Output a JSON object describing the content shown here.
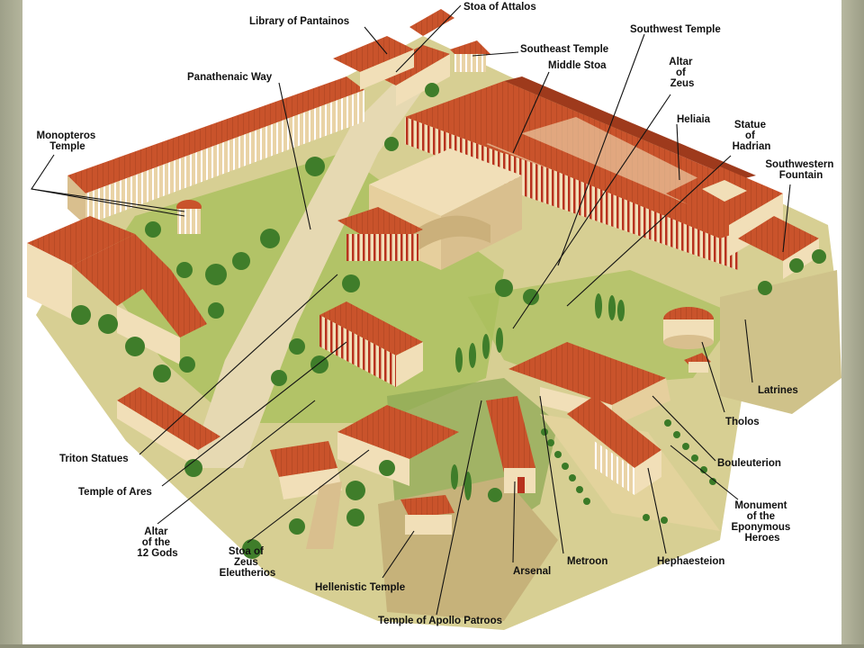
{
  "labels": {
    "stoa_of_attalos": "Stoa of Attalos",
    "library_of_pantainos": "Library of Pantainos",
    "southwest_temple": "Southwest Temple",
    "southeast_temple": "Southeast Temple",
    "middle_stoa": "Middle Stoa",
    "altar_of_zeus": [
      "Altar",
      "of",
      "Zeus"
    ],
    "panathenaic_way": "Panathenaic Way",
    "heliaia": "Heliaia",
    "statue_of_hadrian": [
      "Statue",
      "of",
      "Hadrian"
    ],
    "monopteros_temple": [
      "Monopteros",
      "Temple"
    ],
    "southwestern_fountain": [
      "Southwestern",
      "Fountain"
    ],
    "latrines": "Latrines",
    "tholos": "Tholos",
    "bouleuterion": "Bouleuterion",
    "monument_eponymous": [
      "Monument",
      "of the",
      "Eponymous",
      "Heroes"
    ],
    "triton_statues": "Triton Statues",
    "temple_of_ares": "Temple of Ares",
    "altar_12_gods": [
      "Altar",
      "of the",
      "12 Gods"
    ],
    "stoa_of_zeus": [
      "Stoa of",
      "Zeus",
      "Eleutherios"
    ],
    "hellenistic_temple": "Hellenistic Temple",
    "arsenal": "Arsenal",
    "metroon": "Metroon",
    "hephaesteion": "Hephaesteion",
    "temple_apollo_patroos": "Temple of Apollo Patroos"
  },
  "colors": {
    "roof": "#c9532b",
    "roof_dark": "#9e3a1c",
    "wall": "#f1dfb8",
    "wall_shade": "#d9bf8e",
    "column_red": "#b8321e",
    "ground": "#d7cf93",
    "grass": "#a9bf5c",
    "tree": "#3f7d2a",
    "path": "#e6d9b2"
  }
}
